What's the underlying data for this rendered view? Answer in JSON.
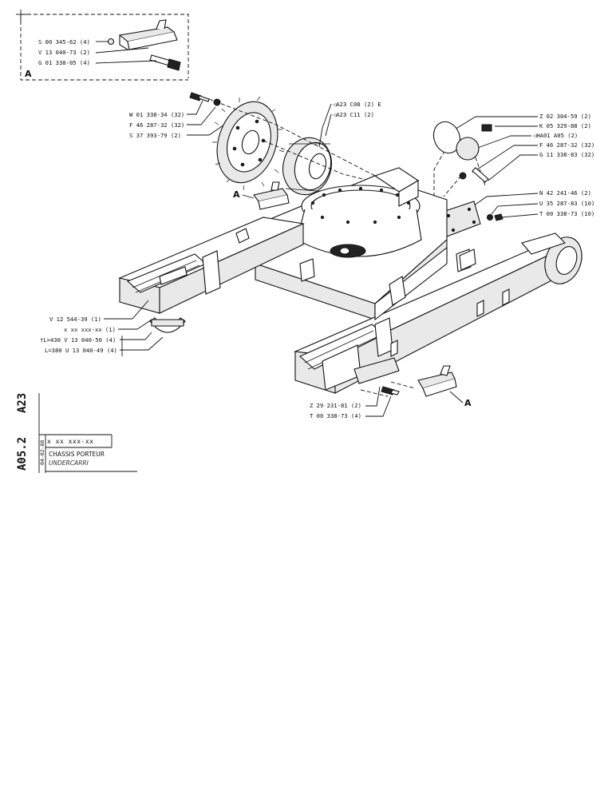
{
  "inset": {
    "marker": "A",
    "labels": [
      {
        "id": "inset-1",
        "text": "S 00 345-62 (4)"
      },
      {
        "id": "inset-2",
        "text": "V 13 040-73 (2)"
      },
      {
        "id": "inset-3",
        "text": "G 01 338-05 (4)"
      }
    ]
  },
  "callouts_left": [
    {
      "id": "l1",
      "text": "W 01 338-34 (32)"
    },
    {
      "id": "l2",
      "text": "F 46 287-32 (32)"
    },
    {
      "id": "l3",
      "text": "S 37 393-79 (2)"
    }
  ],
  "callouts_top": [
    {
      "id": "t1",
      "text": "◁A23 C08 (2) E"
    },
    {
      "id": "t2",
      "text": "◁A23 C11 (2)"
    }
  ],
  "callouts_right": [
    {
      "id": "r1",
      "text": "Z 02 304-59 (2)"
    },
    {
      "id": "r2",
      "text": "K 05 329-88 (2)"
    },
    {
      "id": "r3",
      "text": "◁HA01 A05 (2)"
    },
    {
      "id": "r4",
      "text": "F 46 287-32 (32)"
    },
    {
      "id": "r5",
      "text": "G 11 338-83 (32)"
    },
    {
      "id": "r6",
      "text": "N 42 241-46 (2)"
    },
    {
      "id": "r7",
      "text": "U 35 287-83 (10)"
    },
    {
      "id": "r8",
      "text": "T 00 338-73 (10)"
    }
  ],
  "callouts_lower_left": [
    {
      "id": "ll1",
      "text": "V 12 544-39 (1)"
    },
    {
      "id": "ll2",
      "text": "x xx xxx-xx (1)"
    },
    {
      "id": "ll3",
      "text": "†L=430 V 13 040-50 (4)"
    },
    {
      "id": "ll4",
      "text": "L=380 U 13 040-49 (4)"
    }
  ],
  "callouts_bottom": [
    {
      "id": "b1",
      "text": "Z 29 231-81 (2)"
    },
    {
      "id": "b2",
      "text": "T 00 338-73 (4)"
    }
  ],
  "view_markers": {
    "left": "A",
    "right": "A"
  },
  "reference": {
    "code_line1": "A23",
    "code_line2": "A05.2",
    "part_ref": "x xx xxx-xx",
    "date": "04-02-88",
    "title_fr": "CHASSIS PORTEUR",
    "title_en": "UNDERCARRI"
  }
}
